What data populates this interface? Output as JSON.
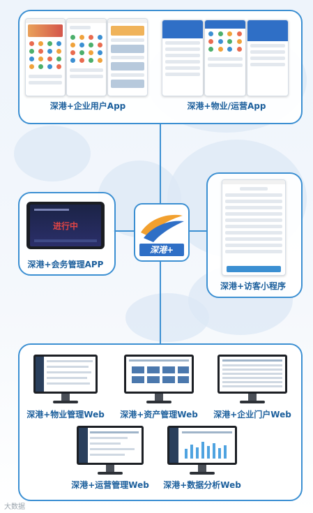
{
  "nodes": {
    "enterprise_app": "深港+企业用户App",
    "property_app": "深港+物业/运营App",
    "meeting_app": "深港+会务管理APP",
    "visitor_miniprogram": "深港+访客小程序",
    "property_web": "深港+物业管理Web",
    "asset_web": "深港+资产管理Web",
    "portal_web": "深港+企业门户Web",
    "ops_web": "深港+运营管理Web",
    "analytics_web": "深港+数据分析Web"
  },
  "center_logo": {
    "text": "深港+"
  },
  "tablet": {
    "status": "进行中"
  },
  "watermark": "大数据"
}
